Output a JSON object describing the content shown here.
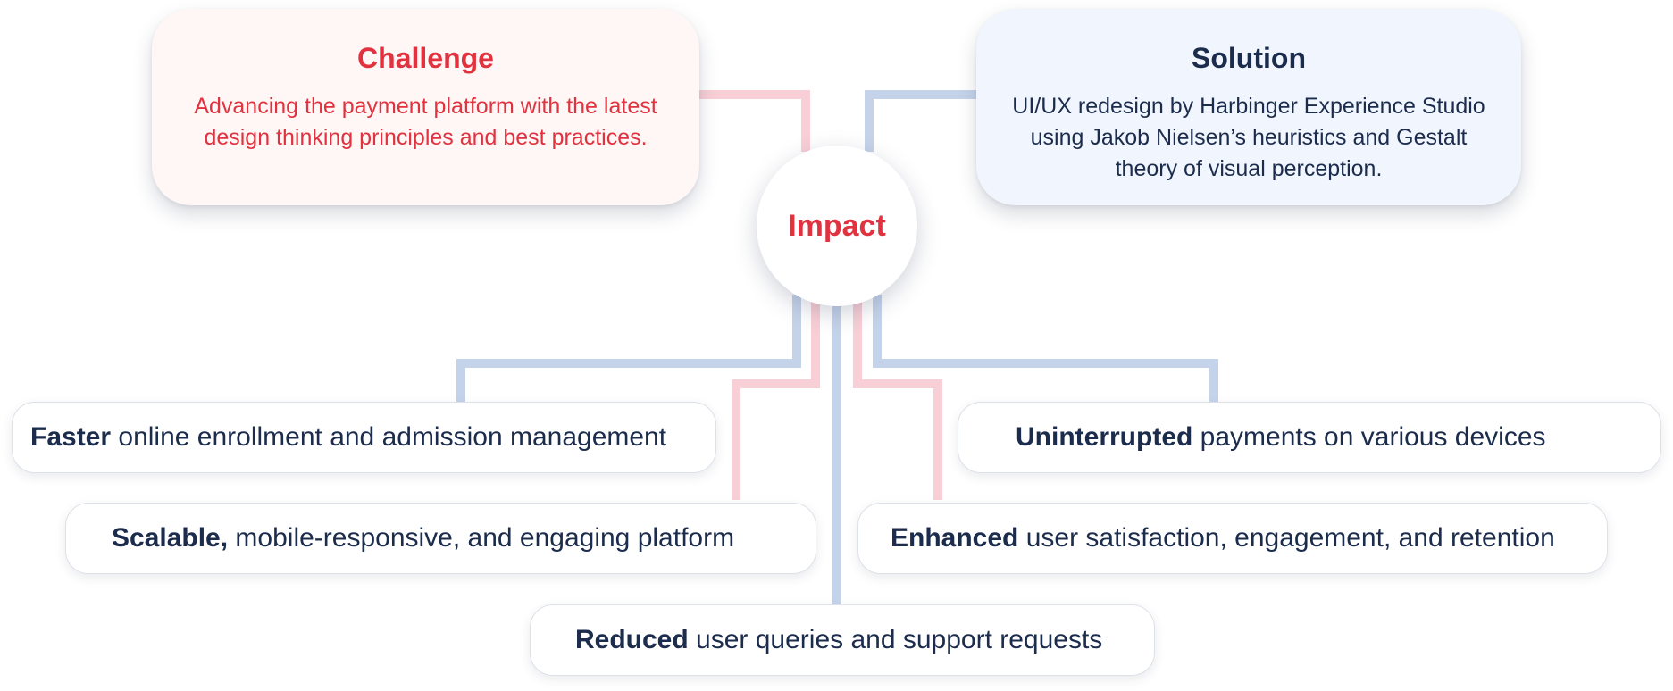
{
  "challenge": {
    "title": "Challenge",
    "body": "Advancing the payment platform with the latest design thinking principles and best practices."
  },
  "solution": {
    "title": "Solution",
    "body": "UI/UX redesign by Harbinger Experience Studio using Jakob Nielsen’s heuristics and Gestalt theory of visual perception."
  },
  "impact": {
    "label": "Impact"
  },
  "outcomes": [
    {
      "bold": "Faster",
      "rest": " online enrollment and admission management"
    },
    {
      "bold": "Uninterrupted",
      "rest": " payments on various devices"
    },
    {
      "bold": "Scalable,",
      "rest": " mobile-responsive, and engaging platform"
    },
    {
      "bold": "Enhanced",
      "rest": " user satisfaction, engagement, and retention"
    },
    {
      "bold": "Reduced",
      "rest": " user queries and support requests"
    }
  ],
  "colors": {
    "accent_red": "#e0323f",
    "navy_text": "#1c2c4c",
    "connector_blue": "#c5d3ea",
    "connector_pink": "#f8cfd6",
    "challenge_bg": "#fff6f6",
    "solution_bg": "#f1f6fe"
  }
}
